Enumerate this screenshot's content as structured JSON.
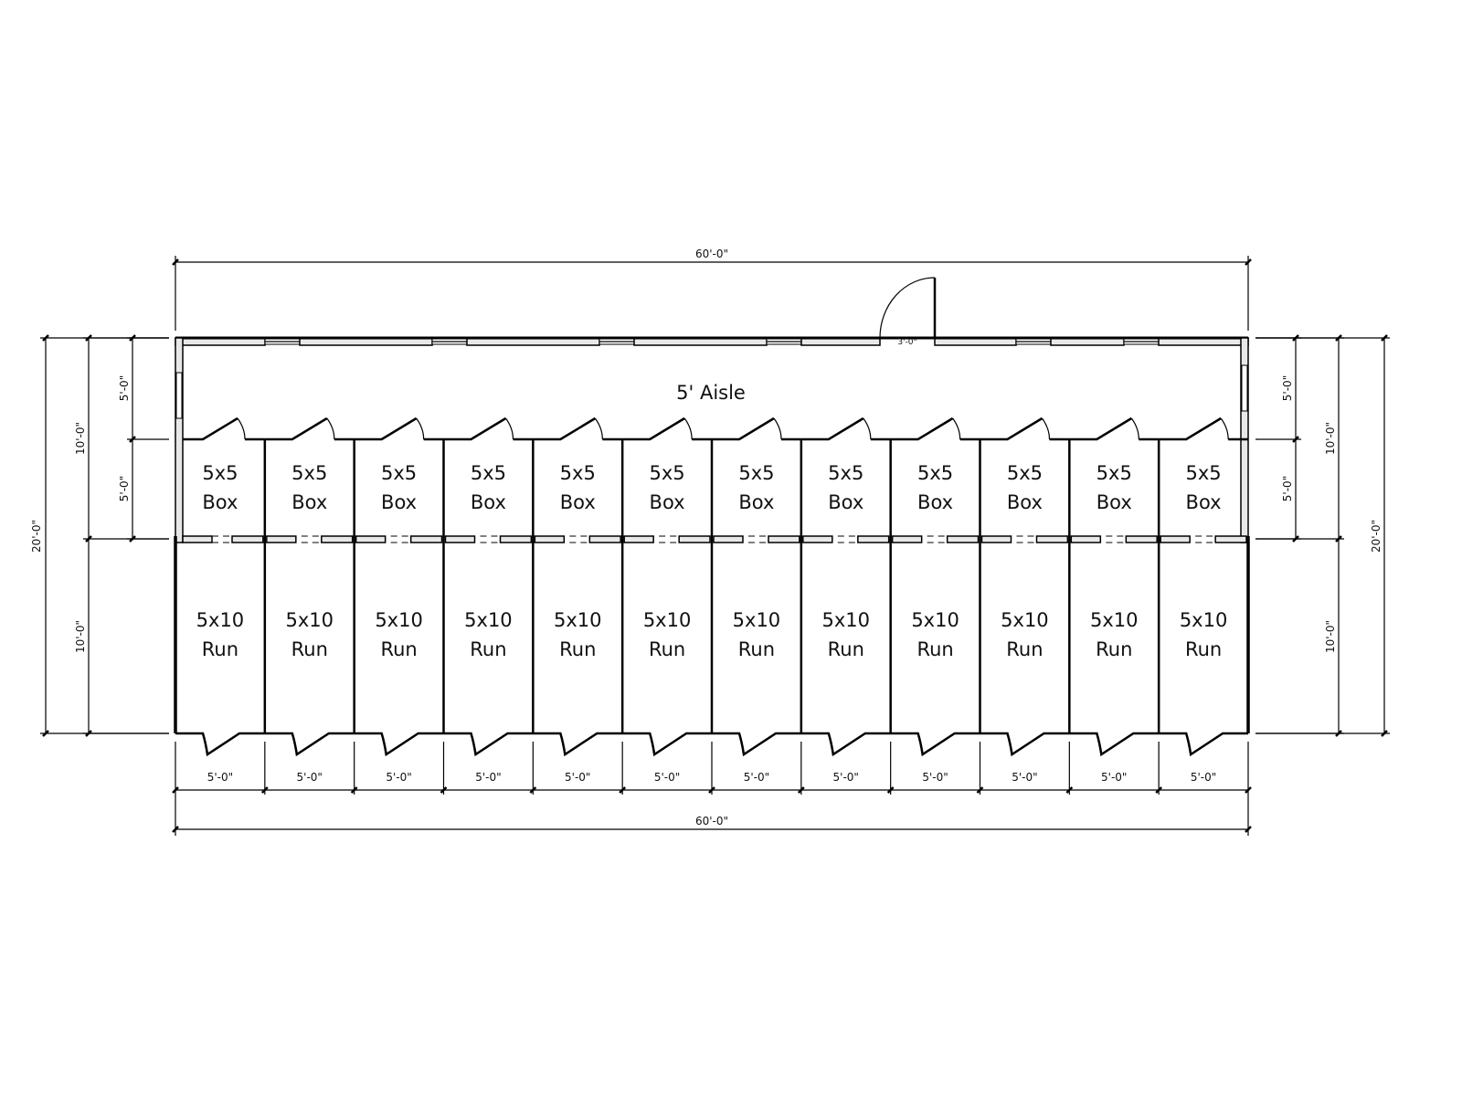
{
  "plan": {
    "aisle_label": "5' Aisle",
    "entry_door_width": "3'-0\"",
    "overall_width": "60'-0\"",
    "overall_depth": "20'-0\"",
    "half_depth": "10'-0\"",
    "box_depth": "5'-0\"",
    "aisle_depth": "5'-0\"",
    "bay_width": "5'-0\"",
    "bay_count": 12,
    "boxes": [
      {
        "size": "5x5",
        "type": "Box"
      },
      {
        "size": "5x5",
        "type": "Box"
      },
      {
        "size": "5x5",
        "type": "Box"
      },
      {
        "size": "5x5",
        "type": "Box"
      },
      {
        "size": "5x5",
        "type": "Box"
      },
      {
        "size": "5x5",
        "type": "Box"
      },
      {
        "size": "5x5",
        "type": "Box"
      },
      {
        "size": "5x5",
        "type": "Box"
      },
      {
        "size": "5x5",
        "type": "Box"
      },
      {
        "size": "5x5",
        "type": "Box"
      },
      {
        "size": "5x5",
        "type": "Box"
      },
      {
        "size": "5x5",
        "type": "Box"
      }
    ],
    "runs": [
      {
        "size": "5x10",
        "type": "Run"
      },
      {
        "size": "5x10",
        "type": "Run"
      },
      {
        "size": "5x10",
        "type": "Run"
      },
      {
        "size": "5x10",
        "type": "Run"
      },
      {
        "size": "5x10",
        "type": "Run"
      },
      {
        "size": "5x10",
        "type": "Run"
      },
      {
        "size": "5x10",
        "type": "Run"
      },
      {
        "size": "5x10",
        "type": "Run"
      },
      {
        "size": "5x10",
        "type": "Run"
      },
      {
        "size": "5x10",
        "type": "Run"
      },
      {
        "size": "5x10",
        "type": "Run"
      },
      {
        "size": "5x10",
        "type": "Run"
      }
    ]
  }
}
